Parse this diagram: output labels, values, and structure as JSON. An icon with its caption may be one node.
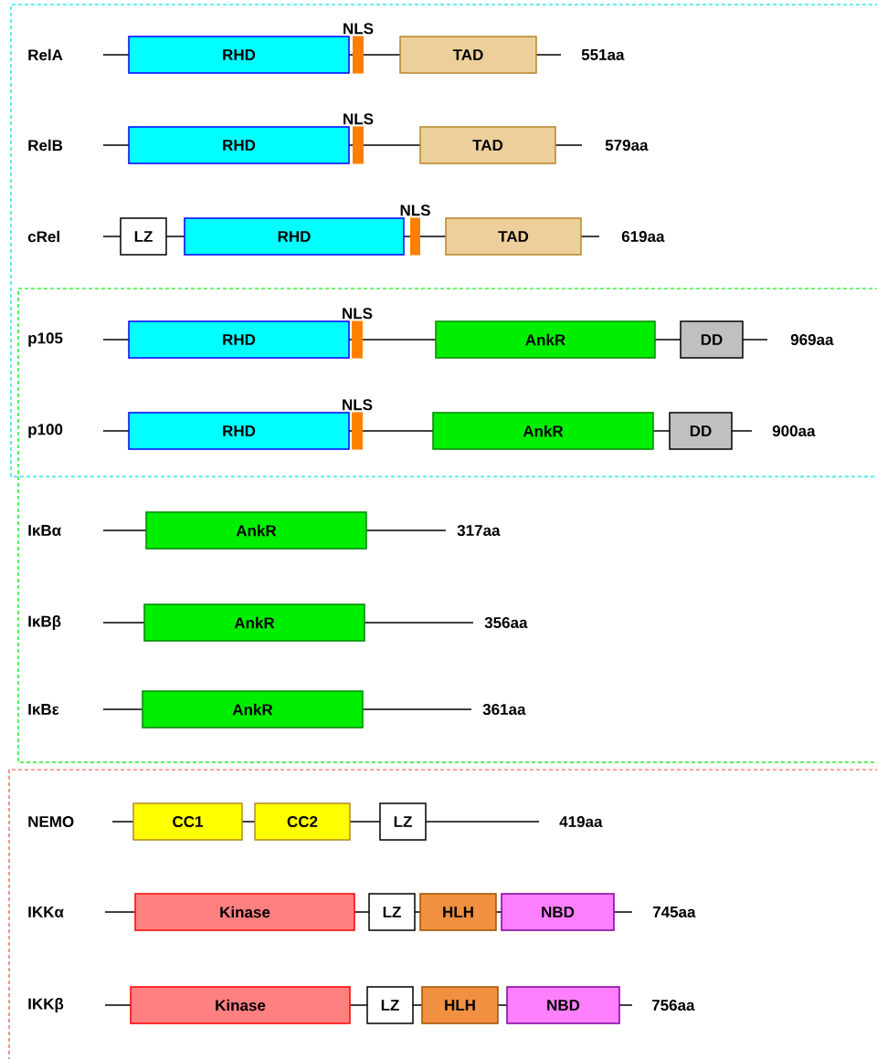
{
  "diagram": {
    "nodes": [
      {
        "text": [
          "RHD"
        ]
      },
      {
        "text": [
          "NLS"
        ]
      },
      {
        "text": [
          "TAD"
        ]
      },
      {
        "text": [
          "RHD"
        ]
      },
      {
        "text": [
          "NLS"
        ]
      },
      {
        "text": [
          "TAD"
        ]
      },
      {
        "text": [
          "LZ"
        ]
      },
      {
        "text": [
          "RHD"
        ]
      },
      {
        "text": [
          "NLS"
        ]
      },
      {
        "text": [
          "TAD"
        ]
      },
      {
        "text": [
          "RHD"
        ]
      },
      {
        "text": [
          "NLS"
        ]
      },
      {
        "text": [
          "AnkR"
        ]
      },
      {
        "text": [
          "DD"
        ]
      },
      {
        "text": [
          "RHD"
        ]
      },
      {
        "text": [
          "NLS"
        ]
      },
      {
        "text": [
          "AnkR"
        ]
      },
      {
        "text": [
          "DD"
        ]
      },
      {
        "text": [
          "AnkR"
        ]
      },
      {
        "text": [
          "AnkR"
        ]
      },
      {
        "text": [
          "AnkR"
        ]
      },
      {
        "text": [
          "CC1"
        ]
      },
      {
        "text": [
          "CC2"
        ]
      },
      {
        "text": [
          "LZ"
        ]
      },
      {
        "text": [
          "Kinase"
        ]
      },
      {
        "text": [
          "LZ"
        ]
      },
      {
        "text": [
          "HLH"
        ]
      },
      {
        "text": [
          "NBD"
        ]
      },
      {
        "text": [
          "Kinase"
        ]
      },
      {
        "text": [
          "LZ"
        ]
      },
      {
        "text": [
          "HLH"
        ]
      },
      {
        "text": [
          "NBD"
        ]
      }
    ],
    "labels": [
      "RelA",
      "551aa",
      "RelB",
      "579aa",
      "cRel",
      "619aa",
      "p105",
      "969aa",
      "p100",
      "900aa",
      "IκBα",
      "317aa",
      "IκBβ",
      "356aa",
      "IκBε",
      "361aa",
      "NEMO",
      "419aa",
      "IKKα",
      "745aa",
      "IKKβ",
      "756aa"
    ]
  }
}
